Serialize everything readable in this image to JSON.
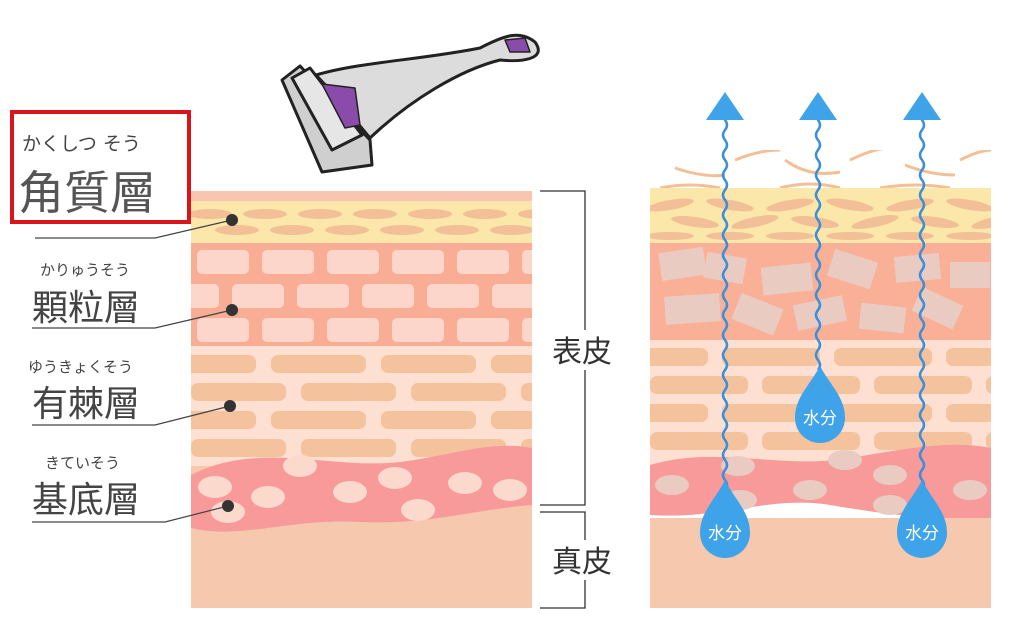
{
  "layers": [
    {
      "ruby": "かくしつ そう",
      "name": "角質層",
      "highlighted": true
    },
    {
      "ruby": "かりゅうそう",
      "name": "顆粒層"
    },
    {
      "ruby": "ゆうきょくそう",
      "name": "有棘層"
    },
    {
      "ruby": "きていそう",
      "name": "基底層"
    }
  ],
  "brackets": {
    "epidermis": "表皮",
    "dermis": "真皮"
  },
  "moisture": {
    "label": "水分"
  },
  "colors": {
    "highlight_box": "#d9141b",
    "water": "#3fa3ea",
    "roller_accent": "#8a4bab"
  }
}
